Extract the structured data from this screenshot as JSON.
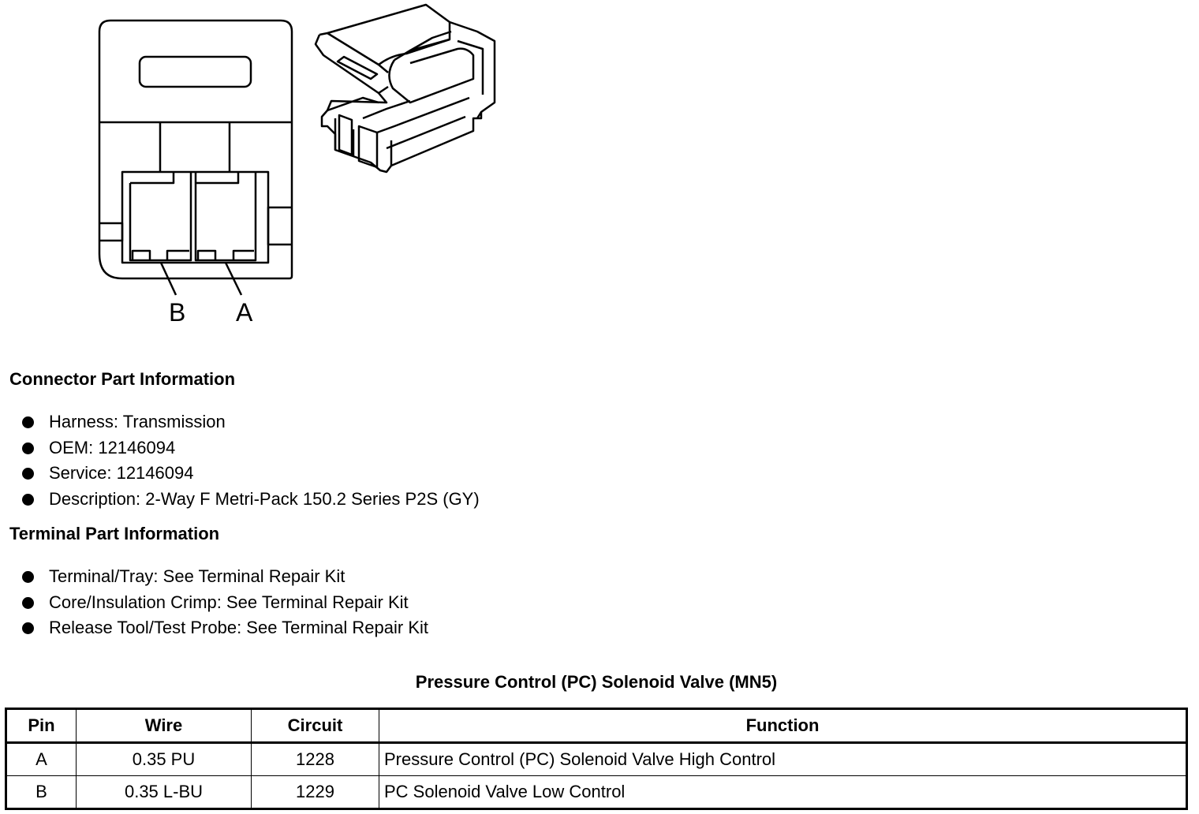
{
  "figure": {
    "pin_labels": [
      "B",
      "A"
    ]
  },
  "connector_part_information": {
    "heading": "Connector Part Information",
    "items": [
      "Harness: Transmission",
      "OEM: 12146094",
      "Service: 12146094",
      "Description: 2-Way F Metri-Pack 150.2 Series P2S (GY)"
    ]
  },
  "terminal_part_information": {
    "heading": "Terminal Part Information",
    "items": [
      "Terminal/Tray: See Terminal Repair Kit",
      "Core/Insulation Crimp: See Terminal Repair Kit",
      "Release Tool/Test Probe: See Terminal Repair Kit"
    ]
  },
  "pin_table": {
    "title": "Pressure Control (PC) Solenoid Valve (MN5)",
    "columns": [
      "Pin",
      "Wire",
      "Circuit",
      "Function"
    ],
    "rows": [
      [
        "A",
        "0.35 PU",
        "1228",
        "Pressure Control (PC) Solenoid Valve High Control"
      ],
      [
        "B",
        "0.35 L-BU",
        "1229",
        "PC Solenoid Valve Low Control"
      ]
    ]
  }
}
